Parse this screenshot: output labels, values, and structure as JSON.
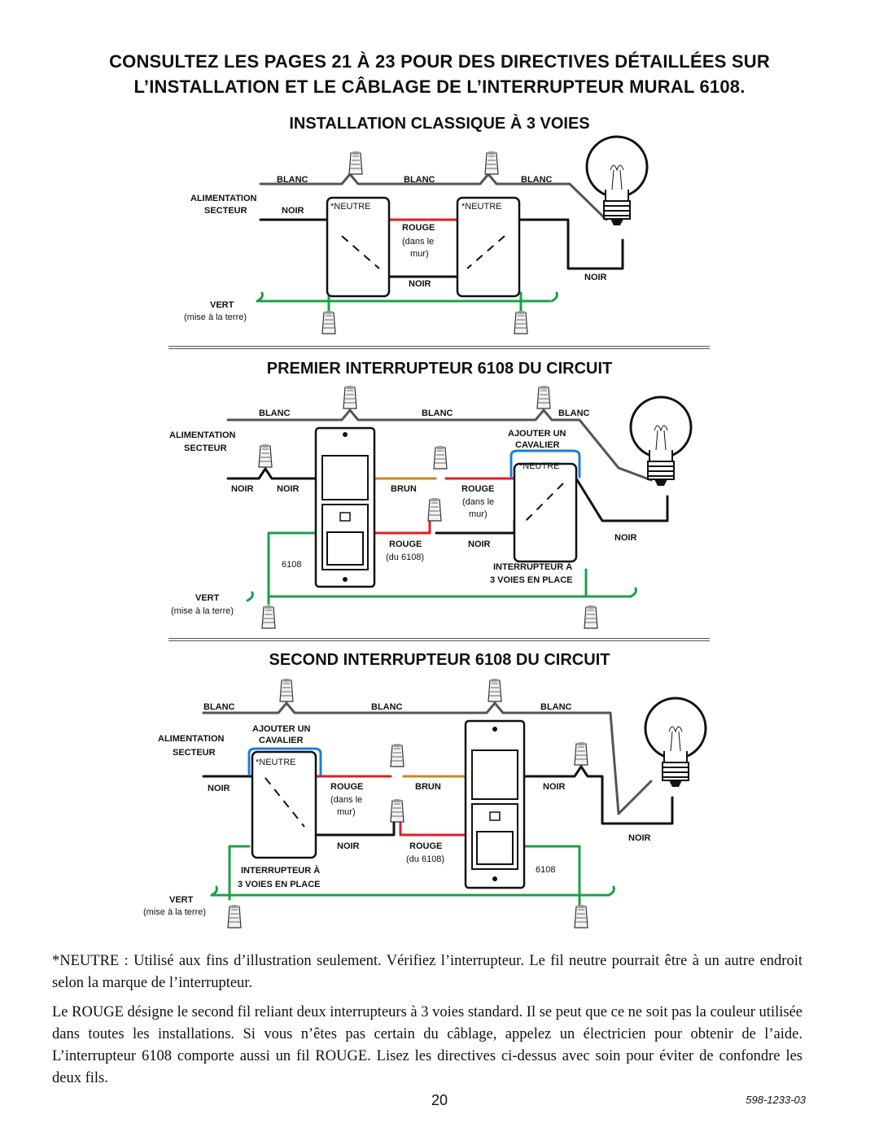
{
  "heading": {
    "line1": "CONSULTEZ LES PAGES 21 À 23 POUR DES DIRECTIVES DÉTAILLÉES SUR",
    "line2": "L’INSTALLATION ET LE CÂBLAGE DE L’INTERRUPTEUR MURAL 6108."
  },
  "diagram1": {
    "title": "INSTALLATION CLASSIQUE À 3 VOIES",
    "blanc": "BLANC",
    "alim1": "ALIMENTATION",
    "alim2": "SECTEUR",
    "noir": "NOIR",
    "neutre": "*NEUTRE",
    "rouge": "ROUGE",
    "dans1": "(dans le",
    "dans2": "mur)",
    "vert": "VERT",
    "terre": "(mise à la terre)"
  },
  "diagram2": {
    "title": "PREMIER INTERRUPTEUR 6108 DU CIRCUIT",
    "blanc": "BLANC",
    "alim1": "ALIMENTATION",
    "alim2": "SECTEUR",
    "noir": "NOIR",
    "brun": "BRUN",
    "rouge": "ROUGE",
    "dans1": "(dans le",
    "dans2": "mur)",
    "du6108": "(du 6108)",
    "ajouter1": "AJOUTER UN",
    "ajouter2": "CAVALIER",
    "neutre": "*NEUTRE",
    "model": "6108",
    "inter1": "INTERRUPTEUR À",
    "inter2": "3 VOIES EN PLACE",
    "vert": "VERT",
    "terre": "(mise à la terre)"
  },
  "diagram3": {
    "title": "SECOND INTERRUPTEUR 6108 DU CIRCUIT",
    "blanc": "BLANC",
    "alim1": "ALIMENTATION",
    "alim2": "SECTEUR",
    "ajouter1": "AJOUTER UN",
    "ajouter2": "CAVALIER",
    "neutre": "*NEUTRE",
    "noir": "NOIR",
    "rouge": "ROUGE",
    "dans1": "(dans le",
    "dans2": "mur)",
    "brun": "BRUN",
    "du6108": "(du 6108)",
    "model": "6108",
    "inter1": "INTERRUPTEUR À",
    "inter2": "3 VOIES EN PLACE",
    "vert": "VERT",
    "terre": "(mise à la terre)"
  },
  "footnote1": "*NEUTRE : Utilisé aux fins d’illustration seulement. Vérifiez l’interrupteur. Le fil neutre pourrait être à un autre endroit selon la marque de l’interrupteur.",
  "footnote2": "Le ROUGE désigne le second fil reliant deux interrupteurs à 3 voies standard. Il se peut que ce ne soit pas la couleur utilisée dans toutes les installations. Si vous n’êtes pas certain du câblage, appelez un électricien pour obtenir de l’aide. L’interrupteur 6108 comporte aussi un fil ROUGE. Lisez les directives ci-dessus avec soin pour éviter de confondre les deux fils.",
  "page_number": "20",
  "doc_number": "598-1233-03"
}
